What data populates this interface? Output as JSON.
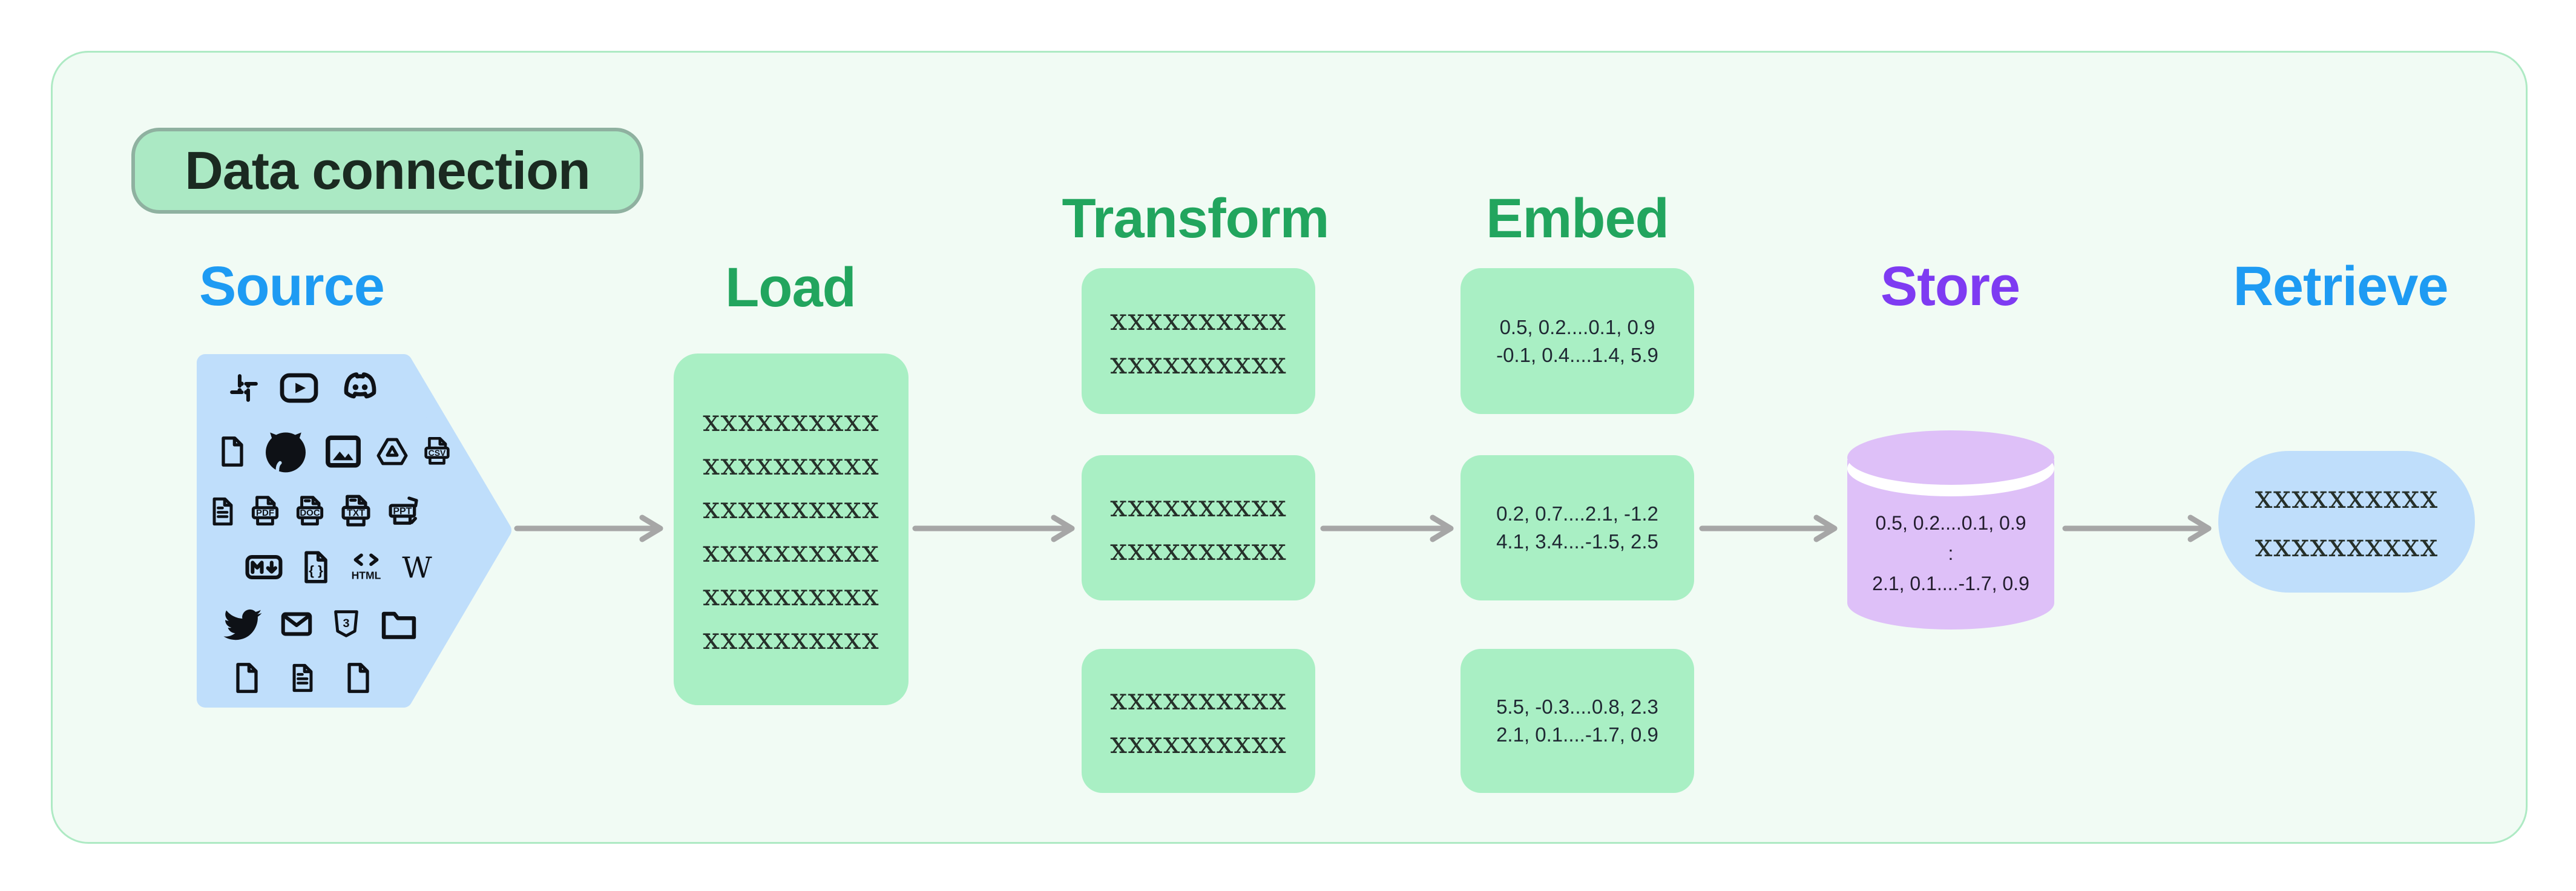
{
  "badge": {
    "label": "Data connection"
  },
  "stages": {
    "source": {
      "label": "Source"
    },
    "load": {
      "label": "Load",
      "lines": [
        "xxxxxxxxxx",
        "xxxxxxxxxx",
        "xxxxxxxxxx",
        "xxxxxxxxxx",
        "xxxxxxxxxx",
        "xxxxxxxxxx"
      ]
    },
    "transform": {
      "label": "Transform",
      "boxes": [
        {
          "lines": [
            "xxxxxxxxxx",
            "xxxxxxxxxx"
          ]
        },
        {
          "lines": [
            "xxxxxxxxxx",
            "xxxxxxxxxx"
          ]
        },
        {
          "lines": [
            "xxxxxxxxxx",
            "xxxxxxxxxx"
          ]
        }
      ]
    },
    "embed": {
      "label": "Embed",
      "boxes": [
        {
          "lines": [
            "0.5, 0.2....0.1, 0.9",
            "-0.1, 0.4....1.4, 5.9"
          ]
        },
        {
          "lines": [
            "0.2, 0.7....2.1, -1.2",
            "4.1, 3.4....-1.5, 2.5"
          ]
        },
        {
          "lines": [
            "5.5, -0.3....0.8, 2.3",
            "2.1, 0.1....-1.7, 0.9"
          ]
        }
      ]
    },
    "store": {
      "label": "Store",
      "lines": [
        "0.5, 0.2....0.1, 0.9",
        ":",
        "2.1, 0.1....-1.7, 0.9"
      ]
    },
    "retrieve": {
      "label": "Retrieve",
      "lines": [
        "xxxxxxxxxx",
        "xxxxxxxxxx"
      ]
    }
  },
  "source_icon_rows": [
    [
      "slack-icon",
      "youtube-icon",
      "discord-icon"
    ],
    [
      "file-icon",
      "github-icon",
      "image-icon",
      "google-drive-icon",
      "csv-file-icon"
    ],
    [
      "document-text-icon",
      "pdf-file-icon",
      "doc-file-icon",
      "txt-file-icon",
      "ppt-file-icon"
    ],
    [
      "markdown-icon",
      "json-file-icon",
      "html-icon",
      "wikipedia-icon"
    ],
    [
      "twitter-icon",
      "email-icon",
      "css3-icon",
      "folder-icon"
    ],
    [
      "file-icon",
      "document-text-icon",
      "file-icon"
    ]
  ],
  "colors": {
    "blue": "#1e9bf3",
    "green": "#22a55e",
    "purple": "#7e3bf2",
    "box_green": "#a9efc4",
    "shape_blue": "#bfdefb",
    "cylinder_purple": "#dec0f8",
    "badge_green": "#abe9c4",
    "badge_border": "#8fb1a0",
    "panel_bg": "#f1fbf4",
    "panel_border": "#aeeac4",
    "arrow_gray": "#a6a6a6"
  }
}
